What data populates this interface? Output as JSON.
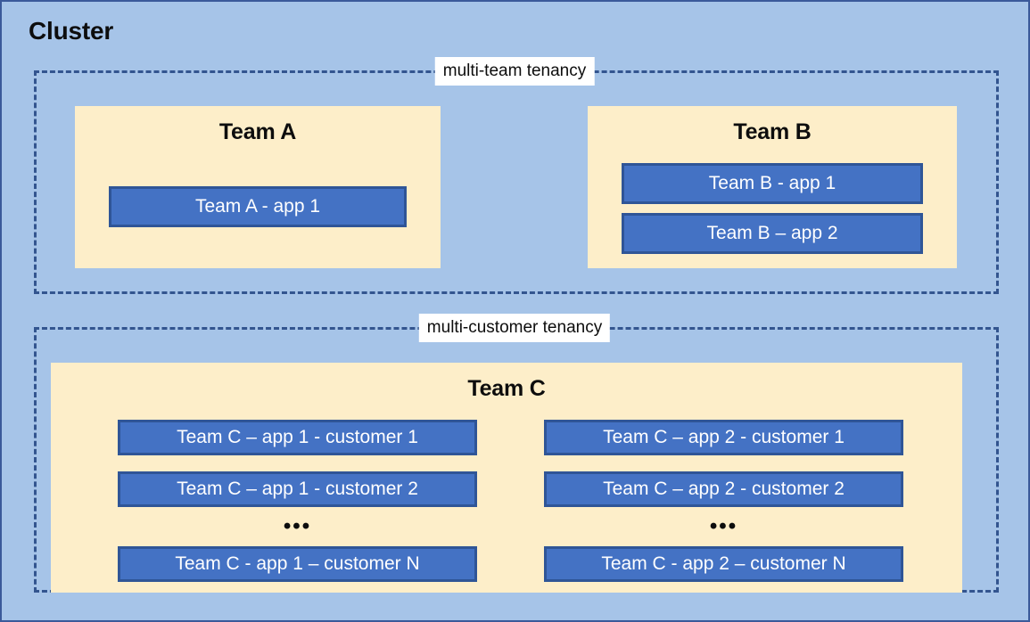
{
  "cluster": {
    "title": "Cluster",
    "background_color": "#a6c4e8",
    "border_color": "#3b5a9a"
  },
  "colors": {
    "cluster_background": "#a6c4e8",
    "tenancy_border": "#33558f",
    "team_background": "#fdeec9",
    "app_fill": "#4472c4",
    "app_border": "#2f5597",
    "app_text": "#ffffff",
    "label_background": "#ffffff",
    "text": "#0d0d0d"
  },
  "tenancies": [
    {
      "id": "multi-team",
      "label": "multi-team tenancy",
      "teams": [
        {
          "id": "team-a",
          "title": "Team A",
          "apps": [
            {
              "label": "Team A - app 1"
            }
          ]
        },
        {
          "id": "team-b",
          "title": "Team B",
          "apps": [
            {
              "label": "Team B - app 1"
            },
            {
              "label": "Team B – app 2"
            }
          ]
        }
      ]
    },
    {
      "id": "multi-customer",
      "label": "multi-customer tenancy",
      "teams": [
        {
          "id": "team-c",
          "title": "Team C",
          "ellipsis": "•••",
          "columns": [
            {
              "id": "app-1",
              "apps": [
                {
                  "label": "Team C – app 1 - customer 1"
                },
                {
                  "label": "Team C – app 1 - customer 2"
                },
                {
                  "label": "Team C - app 1 – customer N"
                }
              ]
            },
            {
              "id": "app-2",
              "apps": [
                {
                  "label": "Team C – app 2 - customer 1"
                },
                {
                  "label": "Team C – app 2 - customer 2"
                },
                {
                  "label": "Team C - app 2 – customer N"
                }
              ]
            }
          ]
        }
      ]
    }
  ]
}
